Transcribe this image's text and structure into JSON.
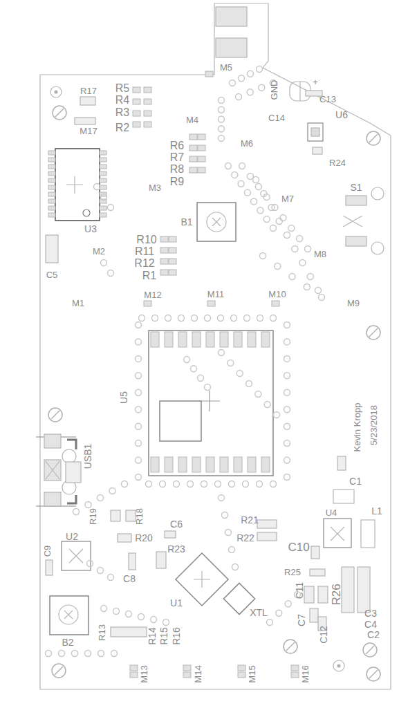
{
  "diagram": {
    "labels": [
      "M5",
      "GND",
      "+",
      "C13",
      "R17",
      "R5",
      "R4",
      "R3",
      "R2",
      "C14",
      "U6",
      "M17",
      "M4",
      "M6",
      "R6",
      "R7",
      "R8",
      "R9",
      "R24",
      "M3",
      "S1",
      "M7",
      "B1",
      "U3",
      "R10",
      "R11",
      "R12",
      "M2",
      "M8",
      "R1",
      "C5",
      "M1",
      "M12",
      "M11",
      "M10",
      "M9",
      "U5",
      "Kevin Kropp",
      "5/23/2018",
      "USB1",
      "C1",
      "L1",
      "U4",
      "R19",
      "R18",
      "C6",
      "R21",
      "R20",
      "R22",
      "U2",
      "C10",
      "C9",
      "C8",
      "R23",
      "R25",
      "C11",
      "R26",
      "U1",
      "XTL",
      "C7",
      "C3",
      "C4",
      "C12",
      "C2",
      "R13",
      "R14",
      "R15",
      "R16",
      "B2",
      "M13",
      "M14",
      "M15",
      "M16"
    ]
  }
}
